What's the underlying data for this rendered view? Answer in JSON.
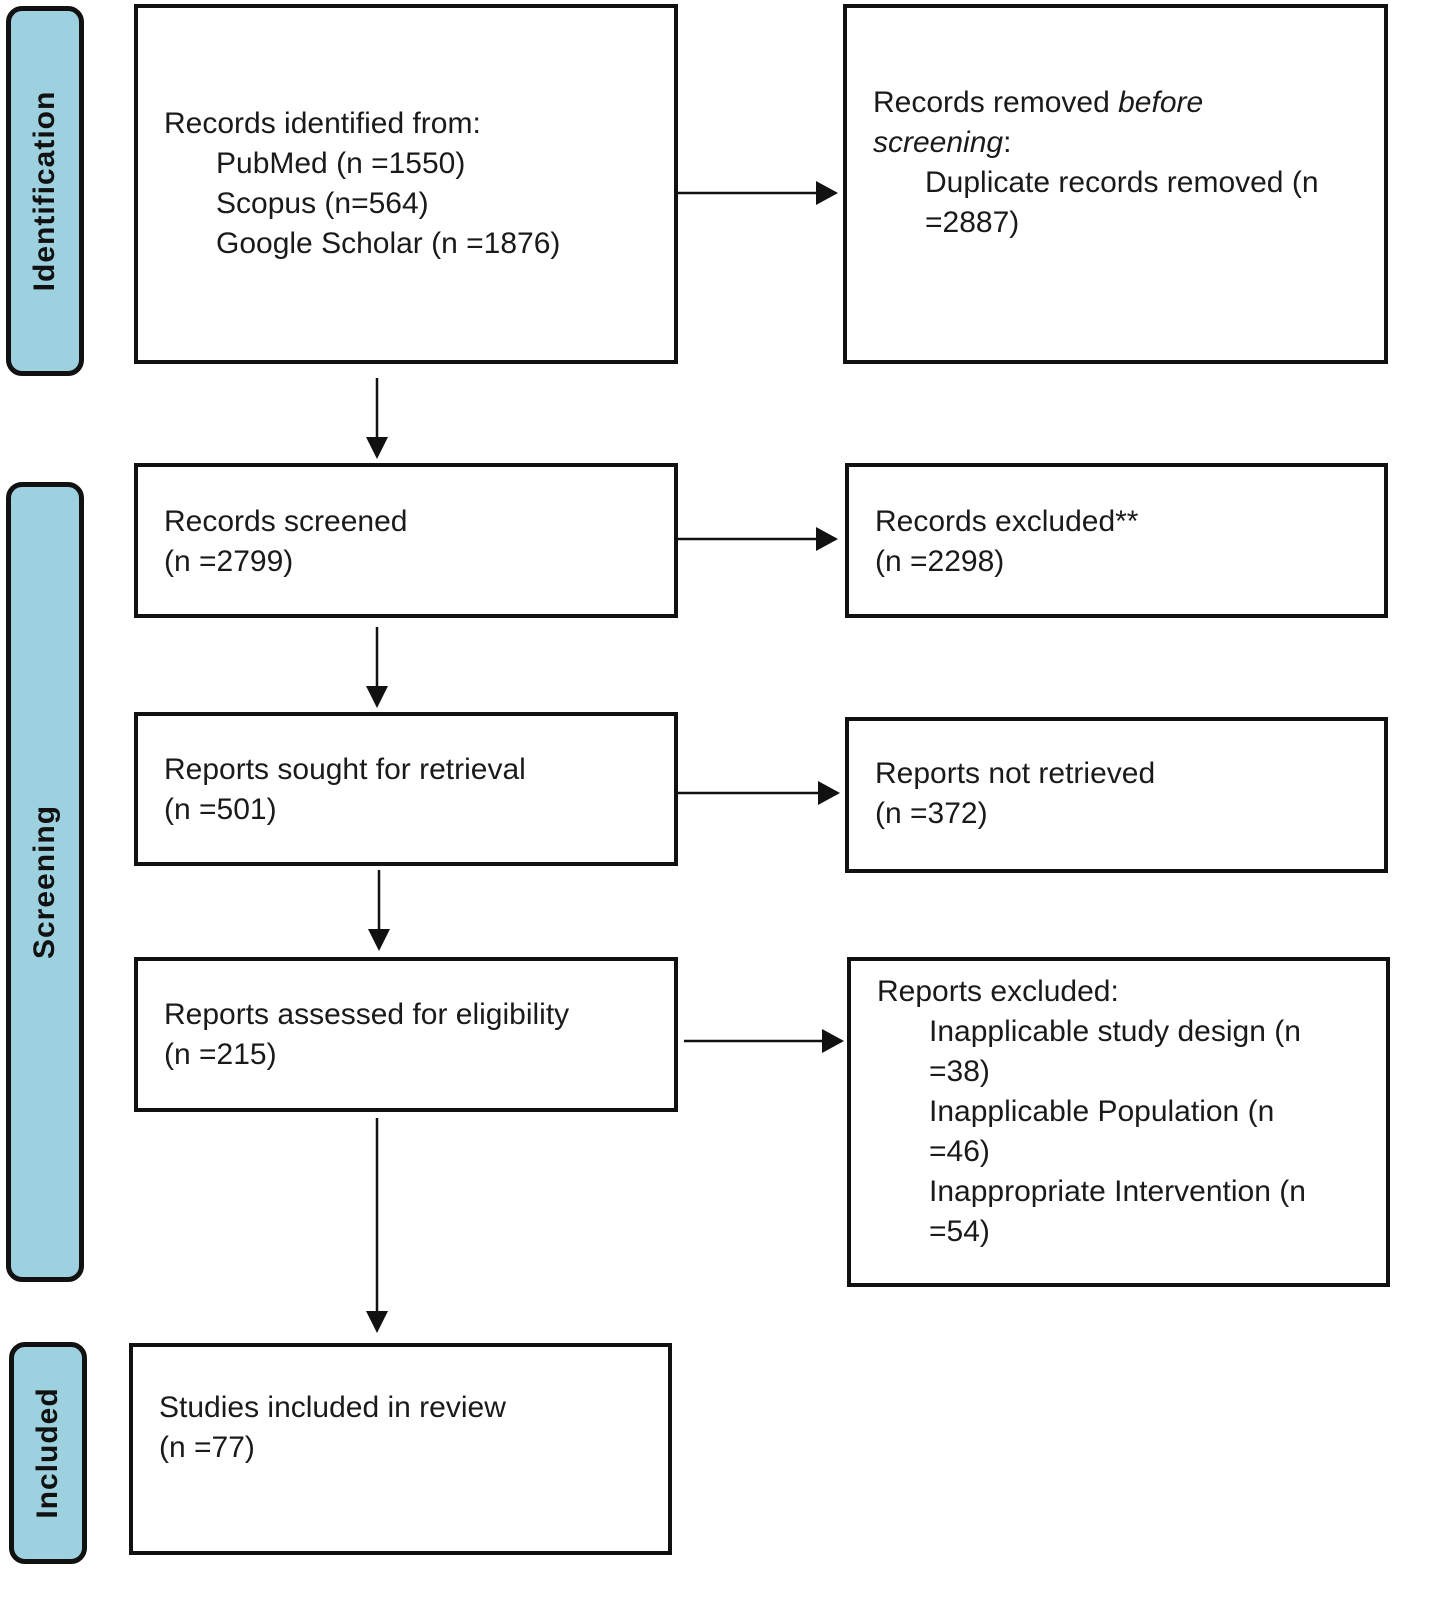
{
  "phases": {
    "identification": "Identification",
    "screening": "Screening",
    "included": "Included"
  },
  "identification": {
    "heading": "Records identified from:",
    "sources": [
      "PubMed (n =1550)",
      "Scopus (n=564)",
      "Google Scholar (n =1876)"
    ]
  },
  "removed": {
    "prefix": "Records removed ",
    "emph1": "before",
    "emph2": "screening",
    "suffix": ":",
    "dup_line1": "Duplicate records removed (n",
    "dup_line2": "=2887)"
  },
  "screened": {
    "label": "Records screened",
    "count": "(n =2799)"
  },
  "excluded": {
    "label": "Records excluded**",
    "count": "(n =2298)"
  },
  "sought": {
    "label": "Reports sought for retrieval",
    "count": "(n =501)"
  },
  "not_retrieved": {
    "label": "Reports not retrieved",
    "count": "(n =372)"
  },
  "assessed": {
    "label": "Reports assessed for eligibility",
    "count": "(n =215)"
  },
  "reports_excluded": {
    "heading": "Reports excluded:",
    "reasons": [
      {
        "line1": "Inapplicable study design (n",
        "line2": "=38)"
      },
      {
        "line1": "Inapplicable Population (n",
        "line2": "=46)"
      },
      {
        "line1": "Inappropriate Intervention (n",
        "line2": "=54)"
      }
    ]
  },
  "included_studies": {
    "label": "Studies included in review",
    "count": "(n =77)"
  }
}
